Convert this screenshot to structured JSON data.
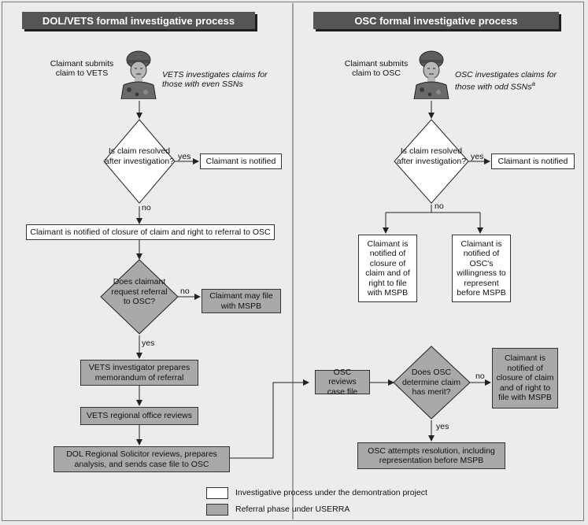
{
  "left": {
    "header": "DOL/VETS formal investigative process",
    "submit": "Claimant submits claim to VETS",
    "investigates": "VETS investigates claims for those with even SSNs",
    "q1": "Is claim resolved after investigation?",
    "yes1": "yes",
    "notified": "Claimant is notified",
    "no1": "no",
    "closure": "Claimant is notified of closure of claim and right to referral to OSC",
    "q2": "Does claimant request referral to OSC?",
    "no2": "no",
    "may_file": "Claimant may file with MSPB",
    "yes2": "yes",
    "memo": "VETS investigator prepares memorandum of referral",
    "regional": "VETS regional office reviews",
    "solicitor": "DOL Regional Solicitor reviews, prepares analysis, and sends case file to OSC"
  },
  "right": {
    "header": "OSC formal investigative process",
    "submit": "Claimant submits claim to OSC",
    "investigates": "OSC investigates claims for those with odd SSNs",
    "footnote_mark": "a",
    "q1": "Is claim resolved after investigation?",
    "yes1": "yes",
    "notified": "Claimant is notified",
    "no1": "no",
    "closure_mspb": "Claimant is notified of closure of claim and of right to file with MSPB",
    "willingness": "Claimant is notified of OSC's willingness to represent before MSPB",
    "reviews": "OSC reviews case file",
    "q2": "Does OSC determine claim has merit?",
    "no2": "no",
    "closure_mspb2": "Claimant is notified of closure of claim and of right to file with MSPB",
    "yes2": "yes",
    "attempts": "OSC attempts resolution, including representation before MSPB"
  },
  "legend": {
    "white_label": "Investigative process under the demontration project",
    "gray_label": "Referral phase under USERRA"
  },
  "colors": {
    "header_bg": "#555555",
    "gray_box": "#a9a9a9",
    "white_box": "#ffffff",
    "background": "#ebebeb"
  },
  "icons": [
    "soldier-icon"
  ]
}
